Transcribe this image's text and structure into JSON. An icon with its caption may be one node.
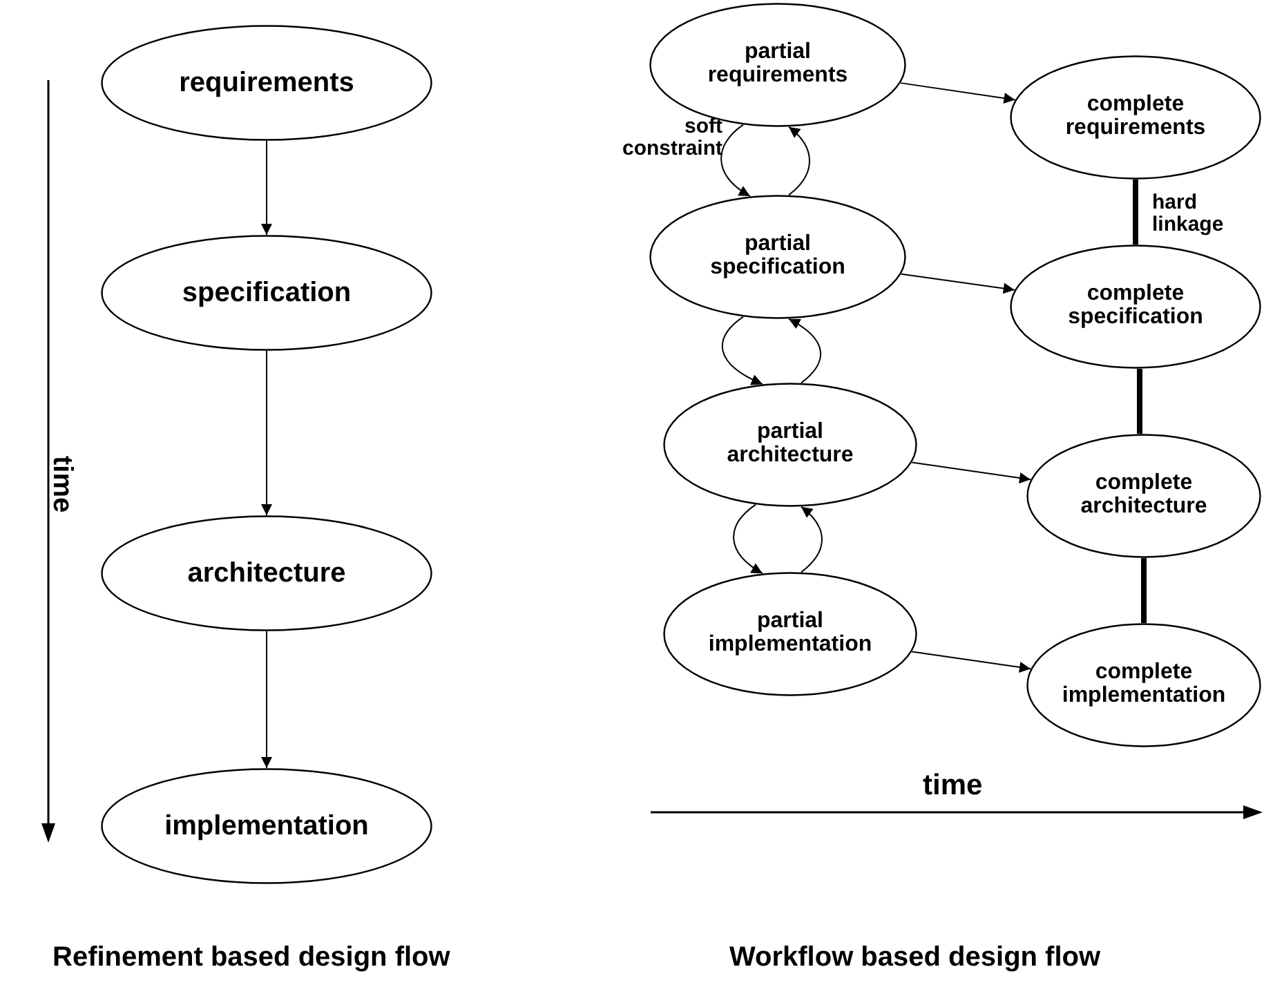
{
  "diagram": {
    "nodes": [
      {
        "text": [
          "requirements"
        ]
      },
      {
        "text": [
          "specification"
        ]
      },
      {
        "text": [
          "architecture"
        ]
      },
      {
        "text": [
          "implementation"
        ]
      },
      {
        "text": [
          "partial requirements"
        ]
      },
      {
        "text": [
          "complete requirements"
        ]
      },
      {
        "text": [
          "partial specification"
        ]
      },
      {
        "text": [
          "complete specification"
        ]
      },
      {
        "text": [
          "partial architecture"
        ]
      },
      {
        "text": [
          "complete architecture"
        ]
      },
      {
        "text": [
          "partial implementation"
        ]
      },
      {
        "text": [
          "complete implementation"
        ]
      }
    ],
    "edges": [
      {
        "from": 0,
        "to": 1,
        "arrow": "to"
      },
      {
        "from": 1,
        "to": 2,
        "arrow": "to"
      },
      {
        "from": 2,
        "to": 3,
        "arrow": "to"
      },
      {
        "from": 4,
        "to": 5,
        "arrow": "to"
      },
      {
        "from": 4,
        "to": 6,
        "arrow": "to",
        "label": "soft constraint"
      },
      {
        "from": 6,
        "to": 4,
        "arrow": "to"
      },
      {
        "from": 5,
        "to": 7,
        "arrow": "none",
        "style": "thick",
        "label": "hard linkage"
      },
      {
        "from": 6,
        "to": 7,
        "arrow": "to"
      },
      {
        "from": 6,
        "to": 8,
        "arrow": "to"
      },
      {
        "from": 8,
        "to": 6,
        "arrow": "to"
      },
      {
        "from": 7,
        "to": 9,
        "arrow": "none",
        "style": "thick"
      },
      {
        "from": 8,
        "to": 9,
        "arrow": "to"
      },
      {
        "from": 8,
        "to": 10,
        "arrow": "to"
      },
      {
        "from": 10,
        "to": 8,
        "arrow": "to"
      },
      {
        "from": 9,
        "to": 11,
        "arrow": "none",
        "style": "thick"
      },
      {
        "from": 10,
        "to": 11,
        "arrow": "to"
      }
    ],
    "labels": [
      "time",
      "time",
      "Refinement based design flow",
      "Workflow based design flow"
    ]
  }
}
